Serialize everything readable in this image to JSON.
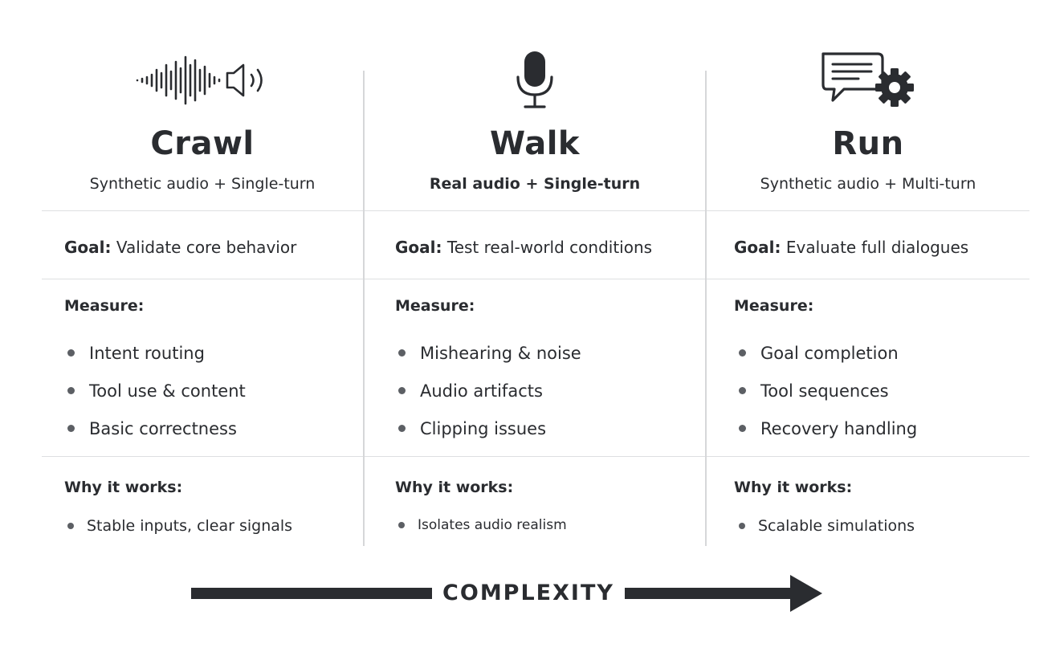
{
  "stages": [
    {
      "icon": "waveform-speaker-icon",
      "title": "Crawl",
      "subtitle": "Synthetic audio + Single-turn",
      "goal_label": "Goal:",
      "goal_text": "Validate core behavior",
      "measure_label": "Measure:",
      "measures": [
        "Intent routing",
        "Tool use & content",
        "Basic correctness"
      ],
      "why_label": "Why it works:",
      "why": "Stable inputs, clear signals"
    },
    {
      "icon": "microphone-icon",
      "title": "Walk",
      "subtitle": "Real audio + Single-turn",
      "goal_label": "Goal:",
      "goal_text": "Test real-world conditions",
      "measure_label": "Measure:",
      "measures": [
        "Mishearing & noise",
        "Audio artifacts",
        "Clipping issues"
      ],
      "why_label": "Why it works:",
      "why": "Isolates audio realism"
    },
    {
      "icon": "chat-gear-icon",
      "title": "Run",
      "subtitle": "Synthetic audio + Multi-turn",
      "goal_label": "Goal:",
      "goal_text": "Evaluate full dialogues",
      "measure_label": "Measure:",
      "measures": [
        "Goal completion",
        "Tool sequences",
        "Recovery handling"
      ],
      "why_label": "Why it works:",
      "why": "Scalable simulations"
    }
  ],
  "complexity_label": "COMPLEXITY",
  "colors": {
    "text": "#2a2c30",
    "divider": "#dedfe1",
    "bullet": "#5c5f64"
  }
}
